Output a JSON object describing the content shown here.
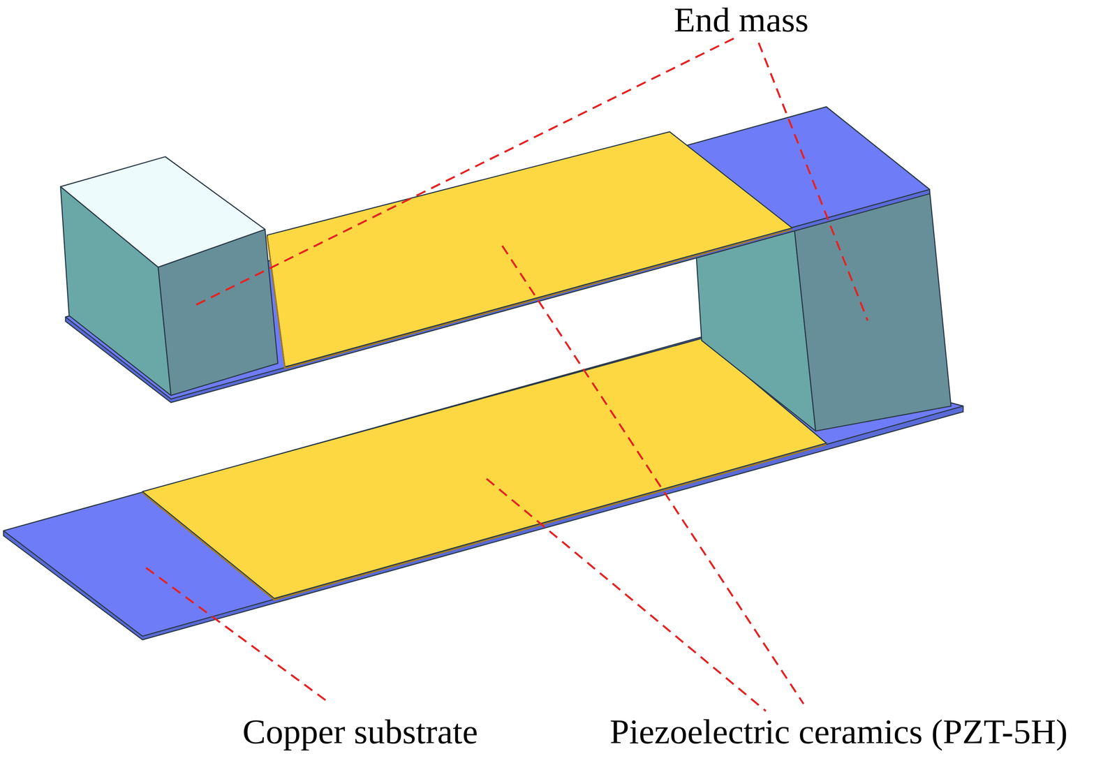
{
  "diagram": {
    "labels": [
      "End mass",
      "Copper substrate",
      "Piezoelectric ceramics (PZT-5H)"
    ]
  }
}
